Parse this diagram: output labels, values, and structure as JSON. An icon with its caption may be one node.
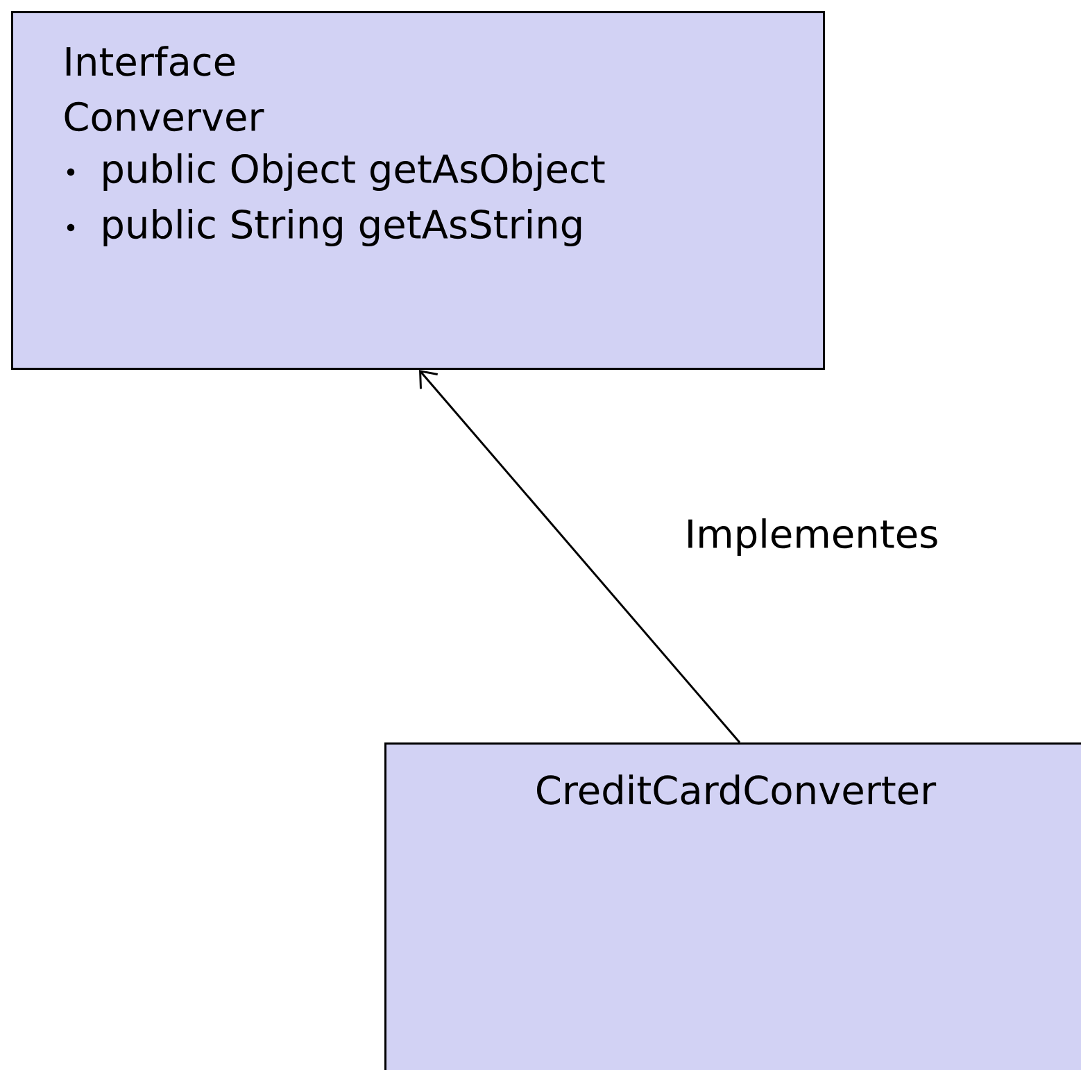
{
  "diagram": {
    "nodes": [
      {
        "text": [
          "Interface",
          "Converver",
          "public Object getAsObject",
          "public String getAsString"
        ]
      },
      {
        "text": [
          "CreditCardConverter"
        ]
      }
    ],
    "edges": [
      {
        "from": 1,
        "to": 0,
        "arrow": "to",
        "label": "Implementes"
      }
    ]
  }
}
